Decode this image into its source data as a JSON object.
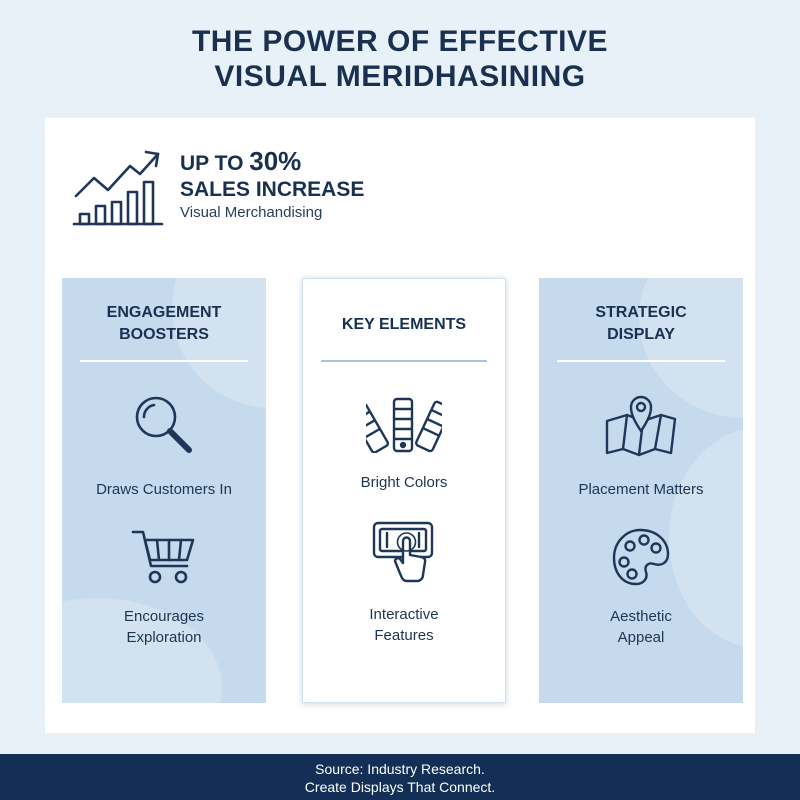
{
  "title": {
    "line1": "THE POWER OF EFFECTIVE",
    "line2": "VISUAL MERIDHASINING"
  },
  "stat": {
    "prefix": "UP TO",
    "value": "30%",
    "line2": "SALES INCREASE",
    "subtitle": "Visual Merchandising",
    "icon": "growth-chart-icon"
  },
  "columns": [
    {
      "title_line1": "ENGAGEMENT",
      "title_line2": "BOOSTERS",
      "items": [
        {
          "icon": "magnifier-icon",
          "label_line1": "Draws Customers In",
          "label_line2": ""
        },
        {
          "icon": "shopping-cart-icon",
          "label_line1": "Encourages",
          "label_line2": "Exploration"
        }
      ]
    },
    {
      "title_line1": "KEY ELEMENTS",
      "title_line2": "",
      "items": [
        {
          "icon": "color-swatches-icon",
          "label_line1": "Bright Colors",
          "label_line2": ""
        },
        {
          "icon": "touch-screen-icon",
          "label_line1": "Interactive",
          "label_line2": "Features"
        }
      ]
    },
    {
      "title_line1": "STRATEGIC",
      "title_line2": "DISPLAY",
      "items": [
        {
          "icon": "map-pin-icon",
          "label_line1": "Placement Matters",
          "label_line2": ""
        },
        {
          "icon": "palette-icon",
          "label_line1": "Aesthetic",
          "label_line2": "Appeal"
        }
      ]
    }
  ],
  "footer": {
    "line1": "Source: Industry Research.",
    "line2": "Create Displays That Connect."
  },
  "colors": {
    "navy": "#132f55",
    "text": "#1a3050",
    "panel_blue": "#c6daee",
    "background": "#e9f1f8"
  }
}
